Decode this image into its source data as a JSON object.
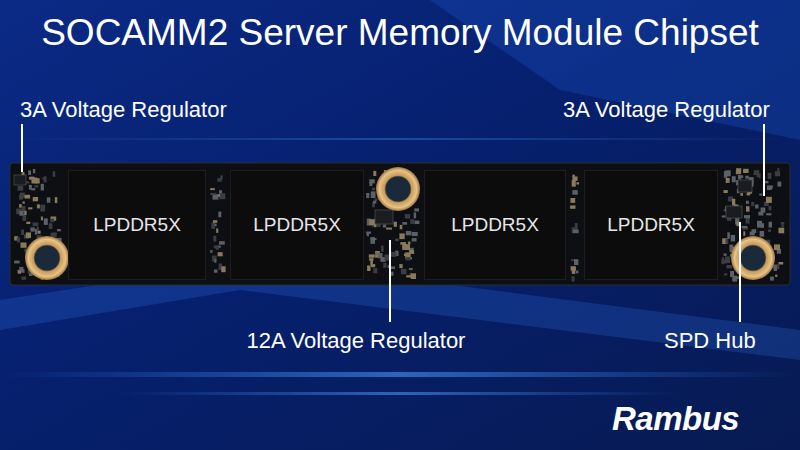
{
  "diagram": {
    "title": "SOCAMM2 Server Memory Module Chipset",
    "nodes": [
      {
        "text": [
          "LPDDR5X"
        ]
      },
      {
        "text": [
          "LPDDR5X"
        ]
      },
      {
        "text": [
          "LPDDR5X"
        ]
      },
      {
        "text": [
          "LPDDR5X"
        ]
      }
    ],
    "labels": [
      "3A Voltage Regulator",
      "3A Voltage Regulator",
      "12A Voltage Regulator",
      "SPD Hub",
      "Rambus"
    ]
  }
}
